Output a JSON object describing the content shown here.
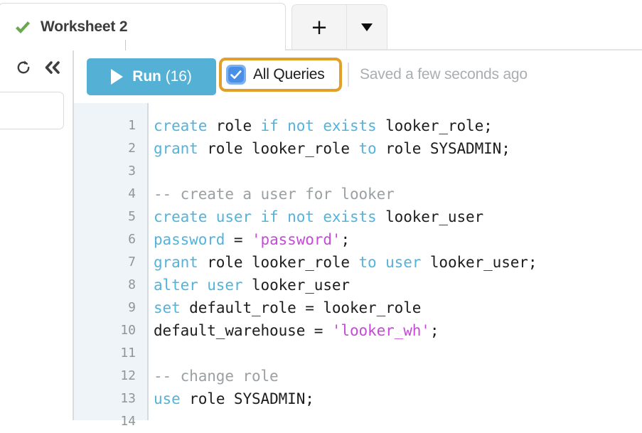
{
  "tabbar": {
    "active_tab": {
      "label": "Worksheet 2",
      "status_icon": "check-icon"
    },
    "new_tab_label": "+",
    "menu_caret_label": "▾"
  },
  "leftrail": {
    "refresh_icon": "refresh-icon",
    "collapse_icon": "double-chevron-left-icon",
    "search_value": "",
    "search_placeholder": ""
  },
  "toolbar": {
    "run_label_bold": "Run",
    "run_label_count": "(16)",
    "run_icon": "play-icon",
    "all_queries_label": "All Queries",
    "all_queries_checked": true,
    "saved_status": "Saved a few seconds ago",
    "highlight_color": "#e3a029",
    "run_button_color": "#54b0d4",
    "checkbox_color": "#4a8fe7"
  },
  "editor": {
    "language": "sql",
    "colors": {
      "keyword": "#52b3dd",
      "string": "#c64ad8",
      "comment": "#9aa0a3",
      "plain": "#1d1d1d",
      "gutter_bg": "#eef4f7",
      "lineno": "#8f9699"
    },
    "lines": [
      {
        "n": "1",
        "tokens": [
          {
            "t": "create",
            "c": "k"
          },
          {
            "t": " role ",
            "c": "p"
          },
          {
            "t": "if not exists",
            "c": "k"
          },
          {
            "t": " looker_role;",
            "c": "p"
          }
        ]
      },
      {
        "n": "2",
        "tokens": [
          {
            "t": "grant",
            "c": "k"
          },
          {
            "t": " role looker_role ",
            "c": "p"
          },
          {
            "t": "to",
            "c": "k"
          },
          {
            "t": " role SYSADMIN;",
            "c": "p"
          }
        ]
      },
      {
        "n": "3",
        "tokens": []
      },
      {
        "n": "4",
        "tokens": [
          {
            "t": "-- create a user for looker",
            "c": "c"
          }
        ]
      },
      {
        "n": "5",
        "tokens": [
          {
            "t": "create user if not exists",
            "c": "k"
          },
          {
            "t": " looker_user",
            "c": "p"
          }
        ]
      },
      {
        "n": "6",
        "tokens": [
          {
            "t": "password",
            "c": "k"
          },
          {
            "t": " = ",
            "c": "p"
          },
          {
            "t": "'password'",
            "c": "s"
          },
          {
            "t": ";",
            "c": "p"
          }
        ]
      },
      {
        "n": "7",
        "tokens": [
          {
            "t": "grant",
            "c": "k"
          },
          {
            "t": " role looker_role ",
            "c": "p"
          },
          {
            "t": "to user",
            "c": "k"
          },
          {
            "t": " looker_user;",
            "c": "p"
          }
        ]
      },
      {
        "n": "8",
        "tokens": [
          {
            "t": "alter user",
            "c": "k"
          },
          {
            "t": " looker_user",
            "c": "p"
          }
        ]
      },
      {
        "n": "9",
        "tokens": [
          {
            "t": "set",
            "c": "k"
          },
          {
            "t": " default_role = looker_role",
            "c": "p"
          }
        ]
      },
      {
        "n": "10",
        "tokens": [
          {
            "t": "default_warehouse = ",
            "c": "p"
          },
          {
            "t": "'looker_wh'",
            "c": "s"
          },
          {
            "t": ";",
            "c": "p"
          }
        ]
      },
      {
        "n": "11",
        "tokens": []
      },
      {
        "n": "12",
        "tokens": [
          {
            "t": "-- change role",
            "c": "c"
          }
        ]
      },
      {
        "n": "13",
        "tokens": [
          {
            "t": "use",
            "c": "k"
          },
          {
            "t": " role SYSADMIN;",
            "c": "p"
          }
        ]
      },
      {
        "n": "14",
        "tokens": []
      }
    ]
  }
}
